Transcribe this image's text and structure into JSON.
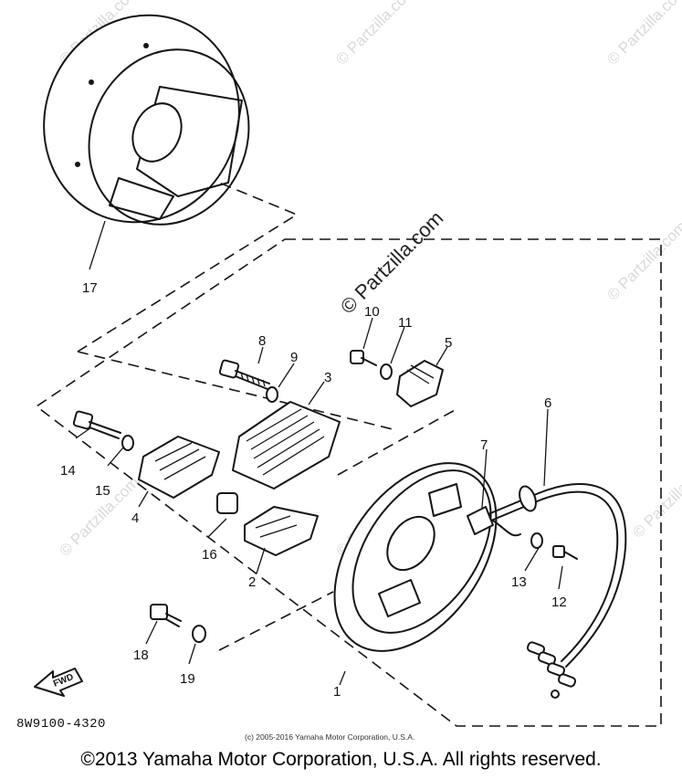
{
  "diagram": {
    "part_code": "8W9100-4320",
    "small_copyright": "(c) 2005-2016 Yamaha Motor Corporation, U.S.A.",
    "footer_copyright": "©2013 Yamaha Motor Corporation, U.S.A. All rights reserved.",
    "center_watermark": "© Partzilla.com",
    "faint_watermark": "© Partzilla.com",
    "fwd_label": "FWD",
    "callouts": {
      "c1": "1",
      "c2": "2",
      "c3": "3",
      "c4": "4",
      "c5": "5",
      "c6": "6",
      "c7": "7",
      "c8": "8",
      "c9": "9",
      "c10": "10",
      "c11": "11",
      "c12": "12",
      "c13": "13",
      "c14": "14",
      "c15": "15",
      "c16": "16",
      "c17": "17",
      "c18": "18",
      "c19": "19"
    }
  }
}
